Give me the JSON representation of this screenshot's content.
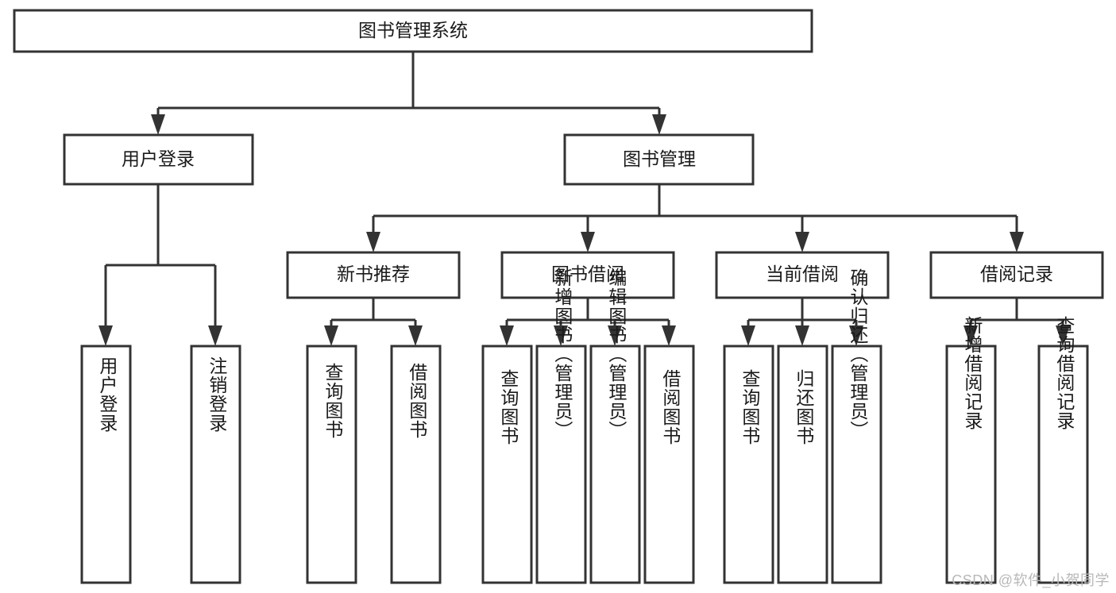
{
  "diagram": {
    "type": "hierarchy-tree",
    "title": "图书管理系统",
    "watermark": "CSDN @软件_小贺同学",
    "colors": {
      "background": "#ffffff",
      "box_stroke": "#333333",
      "box_fill": "#ffffff",
      "text": "#1a1a1a",
      "watermark": "#b8b8b8"
    },
    "levels": {
      "root": {
        "label": "图书管理系统"
      },
      "level2": [
        {
          "id": "user-login",
          "label": "用户登录"
        },
        {
          "id": "book-manage",
          "label": "图书管理"
        }
      ],
      "level3": [
        {
          "id": "new-book-recommend",
          "label": "新书推荐",
          "parent": "book-manage"
        },
        {
          "id": "book-borrow",
          "label": "图书借阅",
          "parent": "book-manage"
        },
        {
          "id": "current-borrow",
          "label": "当前借阅",
          "parent": "book-manage"
        },
        {
          "id": "borrow-record",
          "label": "借阅记录",
          "parent": "book-manage"
        }
      ],
      "leaves": [
        {
          "id": "leaf-user-login",
          "label": "用户登录",
          "parent": "user-login"
        },
        {
          "id": "leaf-user-logout",
          "label": "注销登录",
          "parent": "user-login"
        },
        {
          "id": "leaf-query-book-1",
          "label": "查询图书",
          "parent": "new-book-recommend"
        },
        {
          "id": "leaf-borrow-book-1",
          "label": "借阅图书",
          "parent": "new-book-recommend"
        },
        {
          "id": "leaf-query-book-2",
          "label": "查询图书",
          "parent": "book-borrow"
        },
        {
          "id": "leaf-add-book",
          "label": "新增图书（管理员）",
          "parent": "book-borrow"
        },
        {
          "id": "leaf-edit-book",
          "label": "编辑图书（管理员）",
          "parent": "book-borrow"
        },
        {
          "id": "leaf-borrow-book-2",
          "label": "借阅图书",
          "parent": "book-borrow"
        },
        {
          "id": "leaf-query-book-3",
          "label": "查询图书",
          "parent": "current-borrow"
        },
        {
          "id": "leaf-return-book",
          "label": "归还图书",
          "parent": "current-borrow"
        },
        {
          "id": "leaf-confirm-return",
          "label": "确认归还（管理员）",
          "parent": "current-borrow"
        },
        {
          "id": "leaf-add-record",
          "label": "新增借阅记录",
          "parent": "borrow-record"
        },
        {
          "id": "leaf-query-record",
          "label": "查询借阅记录",
          "parent": "borrow-record"
        }
      ]
    }
  }
}
